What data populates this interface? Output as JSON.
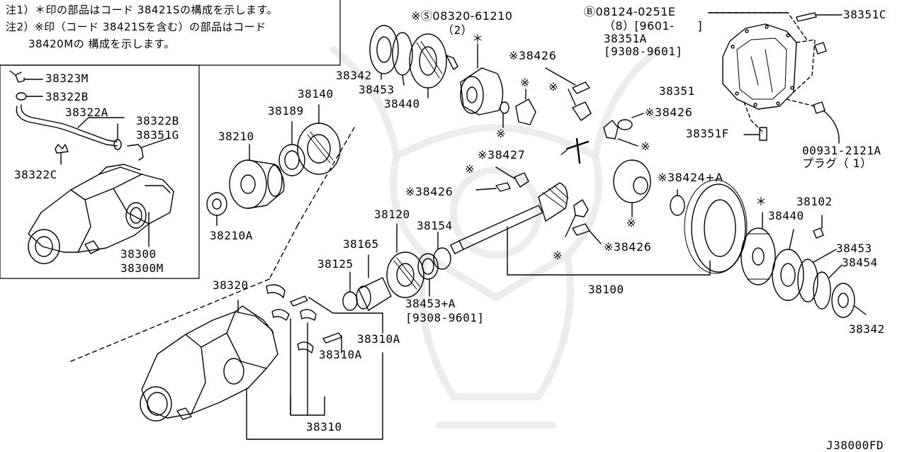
{
  "notes": {
    "line1": "注1）＊印の部品はコード 38421Sの構成を示します。",
    "line2": "注2）※印（コード 38421Sを含む）の部品はコード",
    "line3": "38420Mの 構成を示します。"
  },
  "labels": {
    "p38323M": "38323M",
    "p38322B_a": "38322B",
    "p38322A": "38322A",
    "p38322B_b": "38322B",
    "p38351G": "38351G",
    "p38322C": "38322C",
    "p38300": "38300",
    "p38300M": "38300M",
    "p38342_top": "38342",
    "p38453_top": "38453",
    "p38440_top": "38440",
    "bolt_top": "※Ⓢ08320-61210",
    "bolt_top_qty": "（2）",
    "star_top": "＊",
    "p38426_a": "※38426",
    "mark_a": "※",
    "mark_b": "※",
    "mark_c": "※",
    "mark_d": "※",
    "p38426_b": "※38426",
    "mark_e": "※",
    "p38427": "※38427",
    "mark_f": "※",
    "p38426_c": "※38426",
    "p38424A": "※38424+A",
    "mark_g": "※",
    "mark_h": "※",
    "p38426_d": "※38426",
    "p38140": "38140",
    "p38189": "38189",
    "p38210": "38210",
    "p38210A": "38210A",
    "p38120": "38120",
    "p38154": "38154",
    "p38165": "38165",
    "p38125": "38125",
    "p38453A": "38453+A",
    "p38453A_range": "[9308-9601]",
    "p38100": "38100",
    "bolt_b": "Ⓑ08124-0251E",
    "bolt_b_qty": "（8）[9601-　　]",
    "p38351A": "38351A",
    "p38351A_range": "[9308-9601]",
    "p38351C": "38351C",
    "p38351": "38351",
    "p38351F": "38351F",
    "p00931": "00931-2121A",
    "plug": "プラグ（ 1）",
    "star_right": "＊",
    "p38102": "38102",
    "p38440_right": "38440",
    "p38453_right": "38453",
    "p38454": "38454",
    "p38342_right": "38342",
    "p38320": "38320",
    "p38310A_a": "38310A",
    "p38310A_b": "38310A",
    "p38310": "38310",
    "diagram_code": "J38000FD"
  }
}
